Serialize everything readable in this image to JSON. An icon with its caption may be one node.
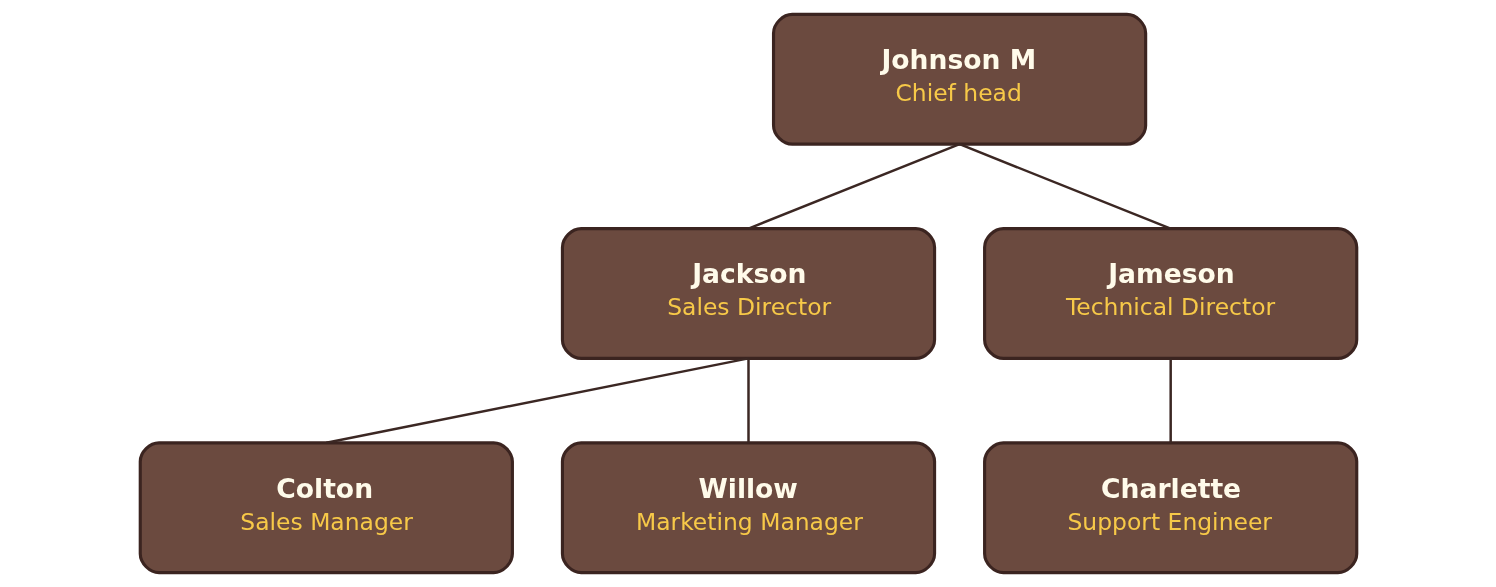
{
  "diagram": {
    "nodes": [
      {
        "text": [
          "Johnson M",
          "Chief head"
        ]
      },
      {
        "text": [
          "Jackson",
          "Sales Director"
        ]
      },
      {
        "text": [
          "Jameson",
          "Technical Director"
        ]
      },
      {
        "text": [
          "Colton",
          "Sales Manager"
        ]
      },
      {
        "text": [
          "Willow",
          "Marketing Manager"
        ]
      },
      {
        "text": [
          "Charlette",
          "Support Engineer"
        ]
      }
    ],
    "edges": [
      {
        "from": 0,
        "to": 1,
        "arrow": "none"
      },
      {
        "from": 0,
        "to": 2,
        "arrow": "none"
      },
      {
        "from": 1,
        "to": 3,
        "arrow": "none"
      },
      {
        "from": 1,
        "to": 4,
        "arrow": "none"
      },
      {
        "from": 2,
        "to": 5,
        "arrow": "none"
      }
    ]
  }
}
